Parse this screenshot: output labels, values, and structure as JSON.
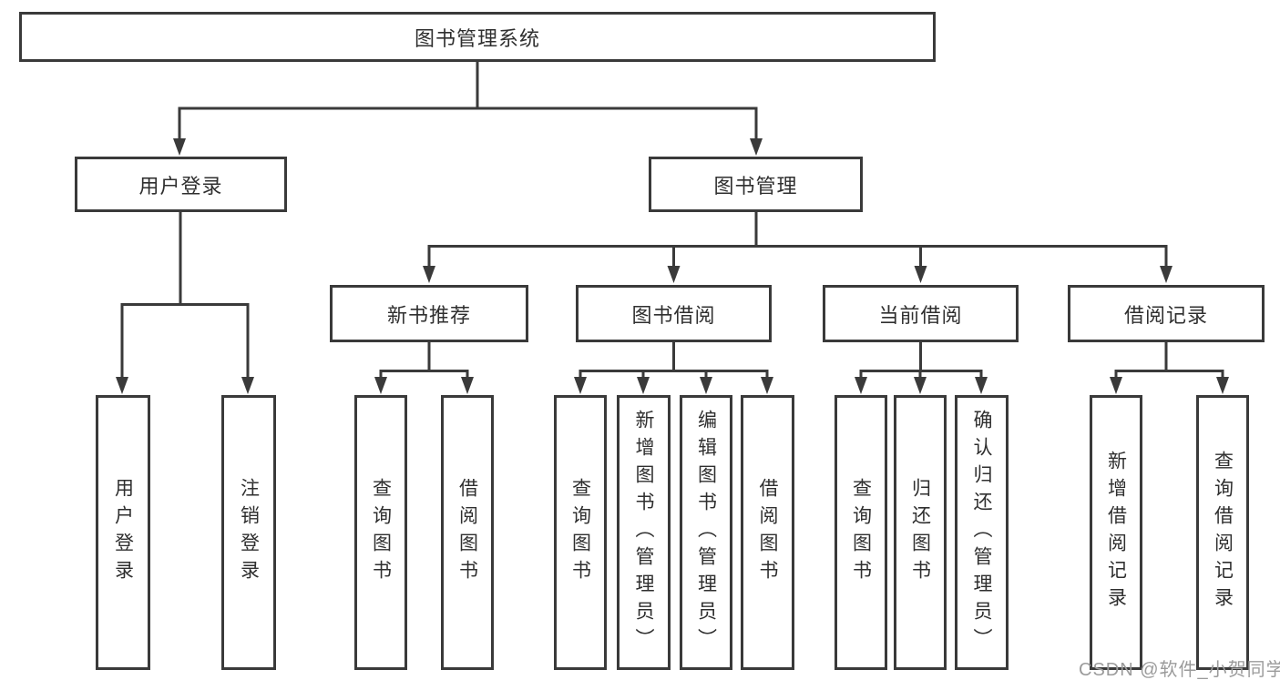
{
  "colors": {
    "line": "#3a3a3a",
    "box_border": "#3a3a3a",
    "text": "#2f2f2f",
    "watermark": "#9b9b9b",
    "background": "#ffffff"
  },
  "tree": {
    "label": "图书管理系统",
    "children": [
      {
        "label": "用户登录",
        "children": [
          {
            "label": "用户登录"
          },
          {
            "label": "注销登录"
          }
        ]
      },
      {
        "label": "图书管理",
        "children": [
          {
            "label": "新书推荐",
            "children": [
              {
                "label": "查询图书"
              },
              {
                "label": "借阅图书"
              }
            ]
          },
          {
            "label": "图书借阅",
            "children": [
              {
                "label": "查询图书"
              },
              {
                "label": "新增图书（管理员）"
              },
              {
                "label": "编辑图书（管理员）"
              },
              {
                "label": "借阅图书"
              }
            ]
          },
          {
            "label": "当前借阅",
            "children": [
              {
                "label": "查询图书"
              },
              {
                "label": "归还图书"
              },
              {
                "label": "确认归还（管理员）"
              }
            ]
          },
          {
            "label": "借阅记录",
            "children": [
              {
                "label": "新增借阅记录"
              },
              {
                "label": "查询借阅记录"
              }
            ]
          }
        ]
      }
    ]
  },
  "watermark": {
    "text": "CSDN @软件_小贺同学"
  }
}
